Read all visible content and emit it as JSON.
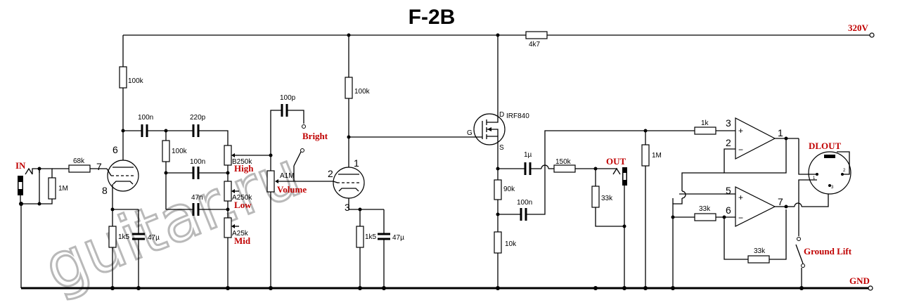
{
  "title": "F-2B",
  "watermark": "guitar.ru",
  "supply_label": "320V",
  "ground_label": "GND",
  "connectors": {
    "in": "IN",
    "out": "OUT",
    "dlout": "DLOUT",
    "ground_lift": "Ground Lift",
    "bright": "Bright"
  },
  "controls": {
    "high": "High",
    "low": "Low",
    "mid": "Mid",
    "volume": "Volume"
  },
  "components": {
    "r_in_series": "68k",
    "r_in_shunt": "1M",
    "r_plate1": "100k",
    "c_coupling1": "100n",
    "c_treble": "220p",
    "r_tone": "100k",
    "c_bass": "100n",
    "c_mid": "47n",
    "pot_high": "B250k",
    "pot_low": "A250k",
    "pot_mid": "A25k",
    "c_bright": "100p",
    "pot_volume": "A1M",
    "r_cathode1": "1k5",
    "c_cathode1": "47µ",
    "r_plate2": "100k",
    "r_cathode2": "1k5",
    "c_cathode2": "47µ",
    "r_supply": "4k7",
    "mosfet": "IRF840",
    "mosfet_d": "D",
    "mosfet_g": "G",
    "mosfet_s": "S",
    "r_source1": "90k",
    "c_source": "100n",
    "r_source2": "10k",
    "c_out": "1µ",
    "r_out": "150k",
    "r_out_shunt": "33k",
    "r_bias": "1M",
    "r_opamp_in": "1k",
    "r_opamp2_in": "33k",
    "r_opamp2_fb": "33k"
  },
  "pins": {
    "v1_grid": "7",
    "v1_plate": "6",
    "v1_cathode": "8",
    "v2_grid": "2",
    "v2_plate": "1",
    "v2_cathode": "3",
    "u1_plus": "3",
    "u1_minus": "2",
    "u1_out": "1",
    "u2_plus": "5",
    "u2_minus": "6",
    "u2_out": "7",
    "xlr_1": "1",
    "xlr_2": "2",
    "xlr_3": "3"
  }
}
